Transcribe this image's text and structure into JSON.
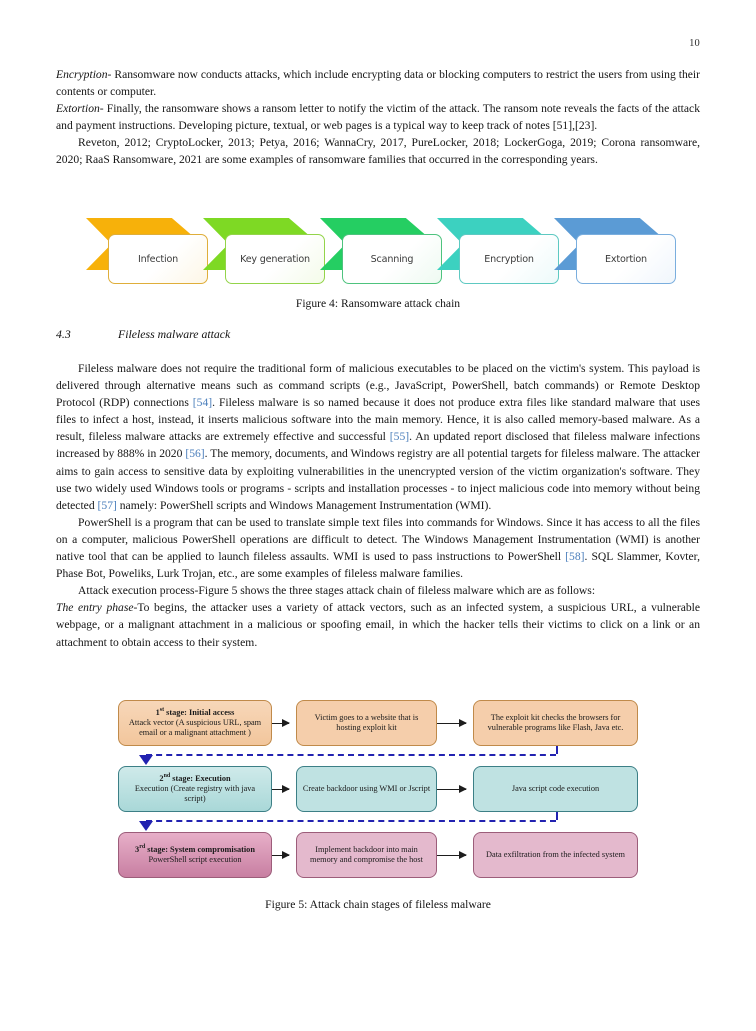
{
  "page": {
    "number": "10"
  },
  "paragraphs": {
    "encryption_lead": "Encryption",
    "encryption_body": "- Ransomware now conducts attacks, which include encrypting data or blocking computers to restrict the users from using their contents or computer.",
    "extortion_lead": "Extortion",
    "extortion_body": "- Finally, the ransomware shows a ransom letter to notify the victim of the attack. The ransom note reveals the facts of the attack and payment instructions. Developing picture, textual, or web pages is a typical way to keep track of notes [51],[23].",
    "families": "Reveton, 2012; CryptoLocker, 2013; Petya, 2016; WannaCry, 2017, PureLocker, 2018; LockerGoga, 2019; Corona ransomware, 2020; RaaS Ransomware, 2021 are some examples of ransomware families that occurred in the corresponding years."
  },
  "figure4": {
    "caption": "Figure 4: Ransomware attack chain",
    "steps": [
      {
        "label": "Infection",
        "arrow_color": "#f7b10a",
        "border": "#dfae3a",
        "box_tint": "#fdf6e6"
      },
      {
        "label": "Key generation",
        "arrow_color": "#7ed924",
        "border": "#93d44a",
        "box_tint": "#f4fbe9"
      },
      {
        "label": "Scanning",
        "arrow_color": "#25ce62",
        "border": "#4ec37e",
        "box_tint": "#eefaf1"
      },
      {
        "label": "Encryption",
        "arrow_color": "#3cd1c0",
        "border": "#5ec9c2",
        "box_tint": "#edfafa"
      },
      {
        "label": "Extortion",
        "arrow_color": "#5b9bd5",
        "border": "#7aaede",
        "box_tint": "#f0f6fc"
      }
    ]
  },
  "section": {
    "number": "4.3",
    "title": "Fileless malware attack"
  },
  "fileless": {
    "p1_a": "Fileless malware does not require the traditional form of malicious executables to be placed on the victim's system. This payload is delivered through alternative means such as command scripts (e.g., JavaScript, PowerShell, batch commands) or Remote Desktop Protocol (RDP) connections ",
    "p1_c1": "[54]",
    "p1_b": ". Fileless malware is so named because it does not produce extra files like standard malware that uses files to infect a host, instead, it inserts malicious software into the main memory. Hence, it is also called memory-based malware. As a result, fileless malware attacks are extremely effective and successful ",
    "p1_c2": "[55]",
    "p1_c": ". An updated report disclosed that fileless malware infections increased by 888% in 2020 ",
    "p1_c3": "[56]",
    "p1_d": ". The memory, documents, and Windows registry are all potential targets for fileless malware. The attacker aims to gain access to sensitive data by exploiting vulnerabilities in the unencrypted version of the victim organization's software. They use two widely used Windows tools or programs - scripts and installation processes - to inject malicious code into memory without being detected ",
    "p1_c4": "[57]",
    "p1_e": " namely: PowerShell scripts and Windows Management Instrumentation (WMI).",
    "p2_a": "PowerShell is a program that can be used to translate simple text files into commands for Windows. Since it has access to all the files on a computer, malicious PowerShell operations are difficult to detect. The Windows Management Instrumentation (WMI) is another native tool that can be applied to launch fileless assaults. WMI is used to pass instructions to PowerShell ",
    "p2_c1": "[58]",
    "p2_b": ". SQL Slammer, Kovter, Phase Bot, Poweliks, Lurk Trojan, etc., are some examples of fileless malware families.",
    "p3": "Attack execution process-Figure 5 shows the three stages attack chain of fileless malware which are as follows:",
    "p4_lead": "The entry phase",
    "p4_body": "-To begins, the attacker uses a variety of attack vectors, such as an infected system, a suspicious URL, a vulnerable webpage, or a malignant attachment in a malicious or spoofing email, in which the hacker tells their victims to click on a link or an attachment to obtain access to their system."
  },
  "figure5": {
    "caption": "Figure 5: Attack chain stages of fileless malware",
    "rows": [
      {
        "accent": "#f5ceab",
        "border": "#c08a4a",
        "boxes": [
          {
            "title_pre": "1",
            "title_sup": "st",
            "title_post": " stage: Initial access",
            "body": "Attack vector (A suspicious URL, spam email or a malignant attachment )"
          },
          {
            "title_pre": "",
            "title_sup": "",
            "title_post": "",
            "body": "Victim goes to a website that is hosting exploit kit"
          },
          {
            "title_pre": "",
            "title_sup": "",
            "title_post": "",
            "body": "The exploit kit checks the browsers for vulnerable programs like Flash, Java etc."
          }
        ]
      },
      {
        "accent": "#bfe2e2",
        "border": "#3c7f86",
        "boxes": [
          {
            "title_pre": "2",
            "title_sup": "nd",
            "title_post": " stage: Execution",
            "body": "Execution (Create registry with java script)"
          },
          {
            "title_pre": "",
            "title_sup": "",
            "title_post": "",
            "body": "Create backdoor using WMI or Jscript"
          },
          {
            "title_pre": "",
            "title_sup": "",
            "title_post": "",
            "body": "Java script code execution"
          }
        ]
      },
      {
        "accent": "#e4b9cd",
        "border": "#9c5d7a",
        "boxes": [
          {
            "title_pre": "3",
            "title_sup": "rd",
            "title_post": " stage: System compromisation",
            "body": "PowerShell script execution"
          },
          {
            "title_pre": "",
            "title_sup": "",
            "title_post": "",
            "body": "Implement backdoor into main memory and compromise the host"
          },
          {
            "title_pre": "",
            "title_sup": "",
            "title_post": "",
            "body": "Data exfiltration from the infected system"
          }
        ]
      }
    ],
    "connector_color": "#2222b0",
    "arrow_color": "#1d1d1d"
  }
}
